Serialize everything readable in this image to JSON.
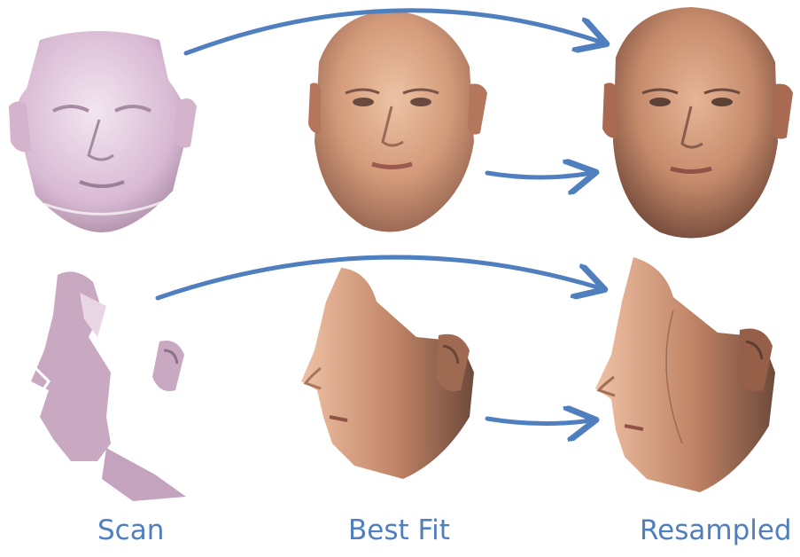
{
  "labels": {
    "scan": "Scan",
    "best_fit": "Best Fit",
    "resampled": "Resampled"
  },
  "colors": {
    "arrow": "#4f7fbf",
    "label": "#4f7fbf",
    "scan_surface": "#d8b9d3",
    "skin_light": "#e8b89a",
    "skin_mid": "#c98f6f",
    "skin_dark": "#7d5140"
  },
  "rows": [
    {
      "view": "frontal",
      "columns": [
        "scan",
        "best_fit",
        "resampled"
      ]
    },
    {
      "view": "profile",
      "columns": [
        "scan",
        "best_fit",
        "resampled"
      ]
    }
  ]
}
